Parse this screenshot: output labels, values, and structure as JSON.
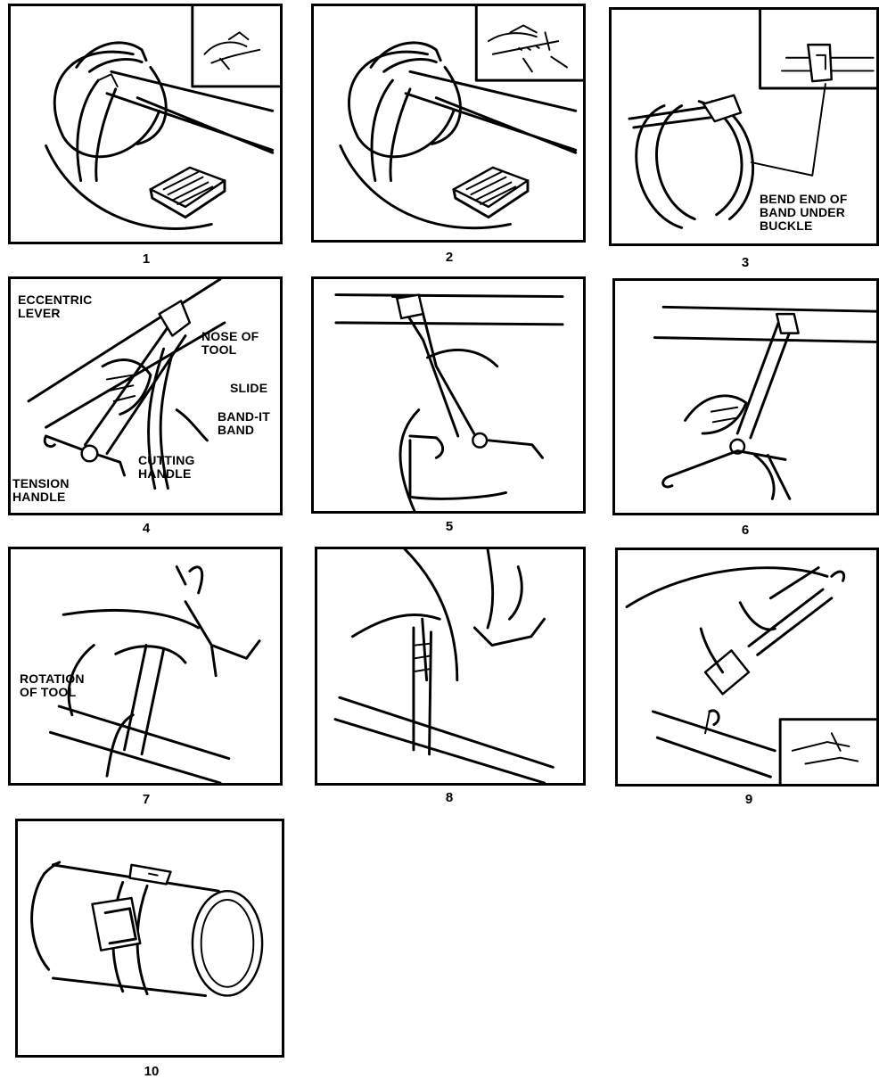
{
  "steps": [
    {
      "number": "1"
    },
    {
      "number": "2"
    },
    {
      "number": "3",
      "callouts": {
        "bend": [
          "BEND END OF",
          "BAND UNDER",
          "BUCKLE"
        ]
      }
    },
    {
      "number": "4",
      "callouts": {
        "eccentric_lever": [
          "ECCENTRIC",
          "LEVER"
        ],
        "nose_of_tool": [
          "NOSE OF",
          "TOOL"
        ],
        "slide": [
          "SLIDE"
        ],
        "band_it_band": [
          "BAND-IT",
          "BAND"
        ],
        "cutting_handle": [
          "CUTTING",
          "HANDLE"
        ],
        "tension_handle": [
          "TENSION",
          "HANDLE"
        ]
      }
    },
    {
      "number": "5"
    },
    {
      "number": "6"
    },
    {
      "number": "7",
      "callouts": {
        "rotation_of_tool": [
          "ROTATION",
          "OF TOOL"
        ]
      }
    },
    {
      "number": "8"
    },
    {
      "number": "9"
    },
    {
      "number": "10"
    }
  ]
}
